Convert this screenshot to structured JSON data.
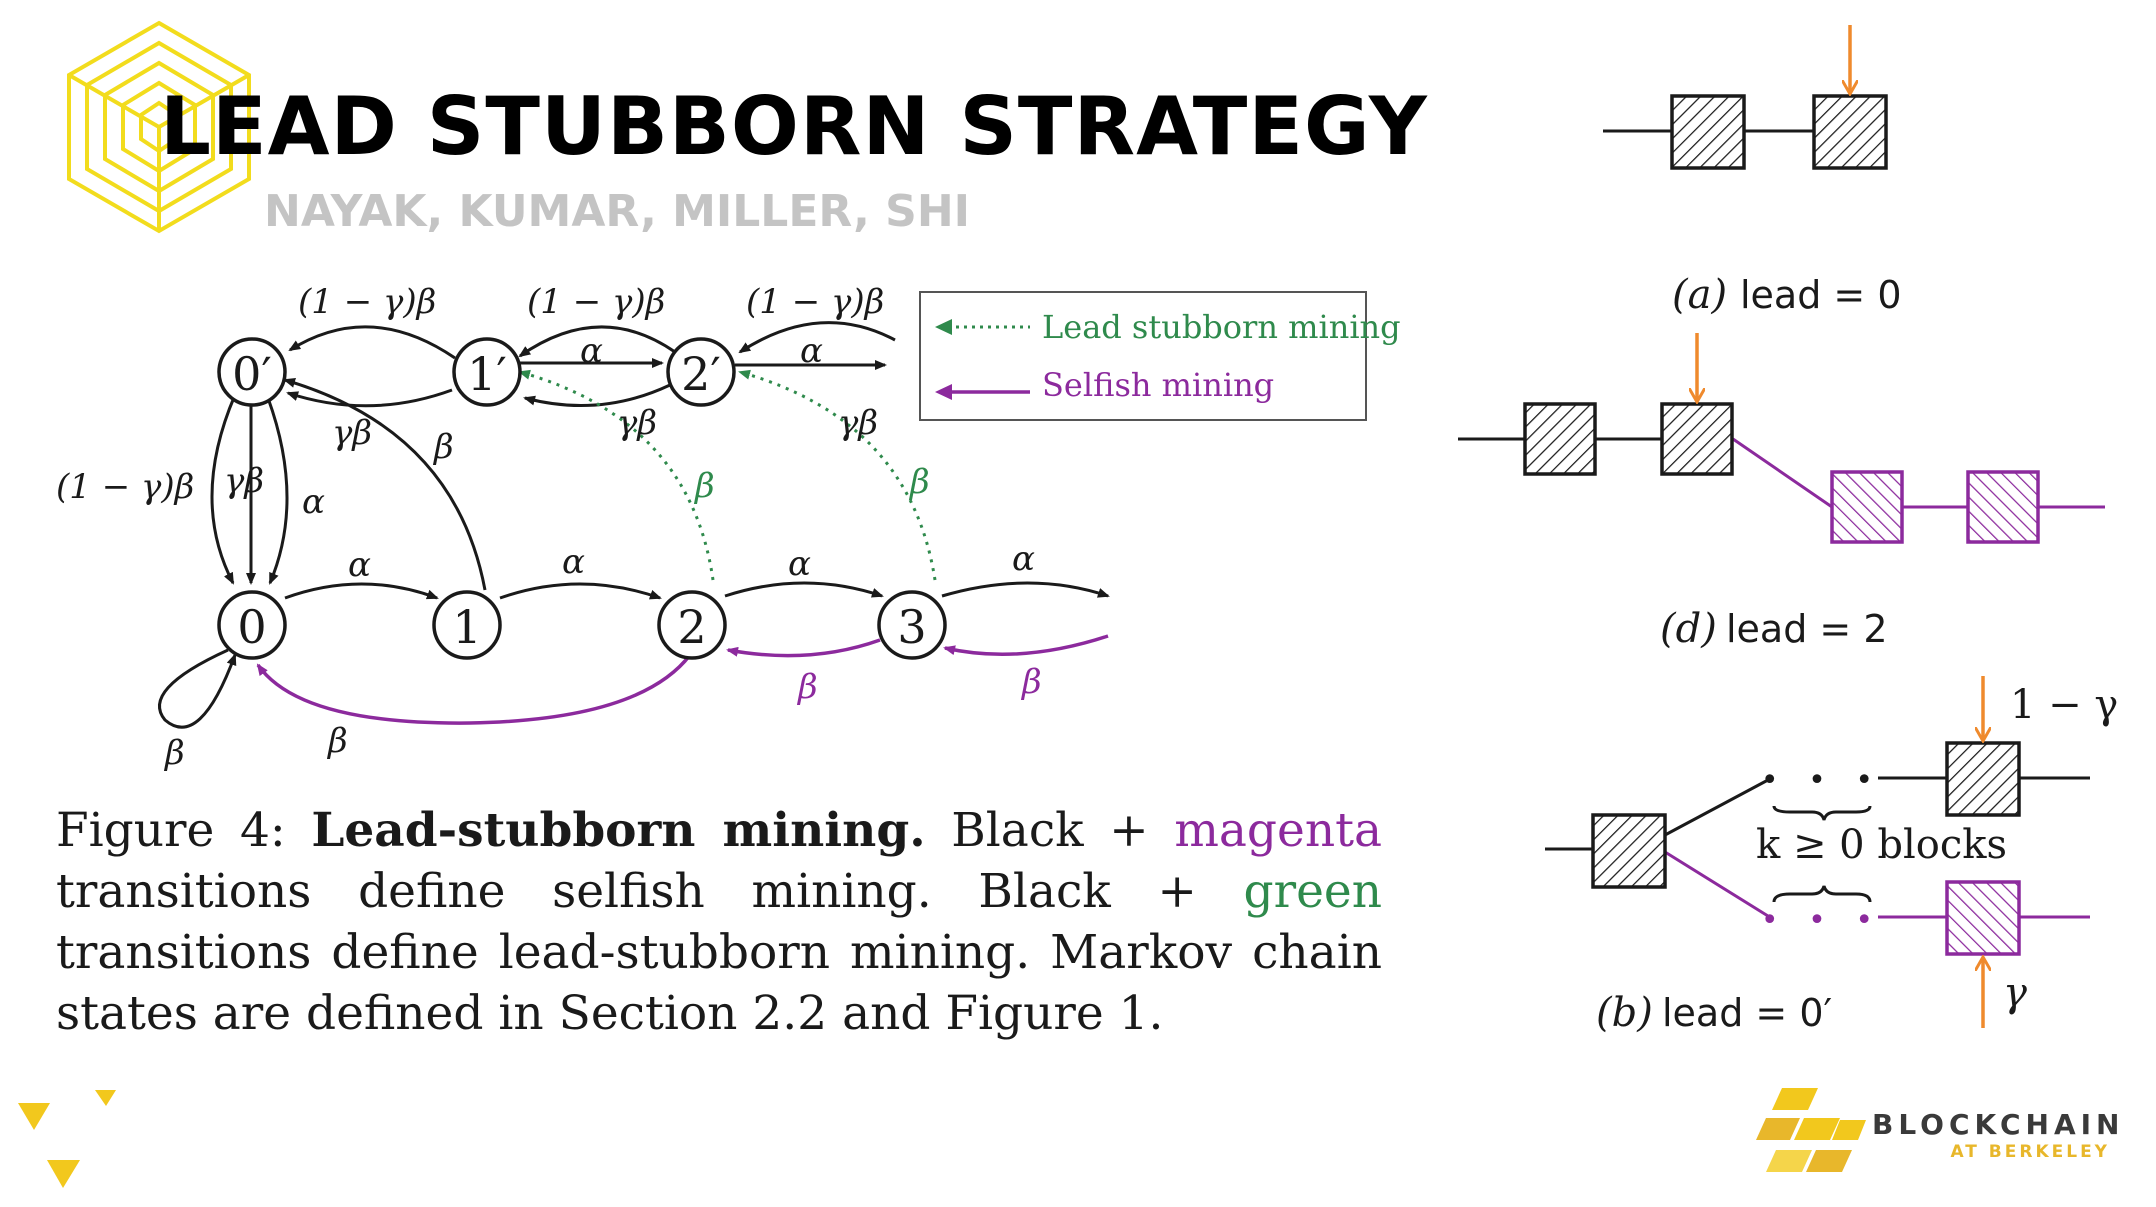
{
  "slide": {
    "title": "LEAD STUBBORN STRATEGY",
    "authors": "NAYAK, KUMAR, MILLER, SHI"
  },
  "colors": {
    "accent_yellow": "#f2dc1d",
    "selfish_magenta": "#8c2a9d",
    "stubborn_green": "#2f8a4c",
    "arrow_orange": "#ef8a2d"
  },
  "markov": {
    "nodes": [
      "0′",
      "1′",
      "2′",
      "0",
      "1",
      "2",
      "3"
    ],
    "labels": {
      "one_minus_gamma_beta": "(1 − γ)β",
      "alpha": "α",
      "beta": "β",
      "gamma_beta": "γβ"
    },
    "legend": {
      "green": "Lead stubborn mining",
      "magenta": "Selfish mining"
    }
  },
  "caption": {
    "figure": "Figure 4: ",
    "bold": "Lead-stubborn mining.",
    "part1": " Black + ",
    "magenta": "magenta",
    "part2": " transitions define selfish mining. Black + ",
    "green": "green",
    "part3": " transitions define lead-stubborn mining. Markov chain states are defined in Section 2.2 and Figure 1."
  },
  "right_panel": {
    "a": {
      "tag": "(a)",
      "label": "lead = 0"
    },
    "d": {
      "tag": "(d)",
      "label": "lead = 2"
    },
    "b": {
      "tag": "(b)",
      "label": "lead = 0′",
      "one_minus_gamma": "1 − γ",
      "gamma": "γ",
      "k_blocks": "k ≥ 0 blocks",
      "dots": "• • •"
    }
  },
  "brand": {
    "name": "BLOCKCHAIN",
    "sub": "AT BERKELEY"
  }
}
